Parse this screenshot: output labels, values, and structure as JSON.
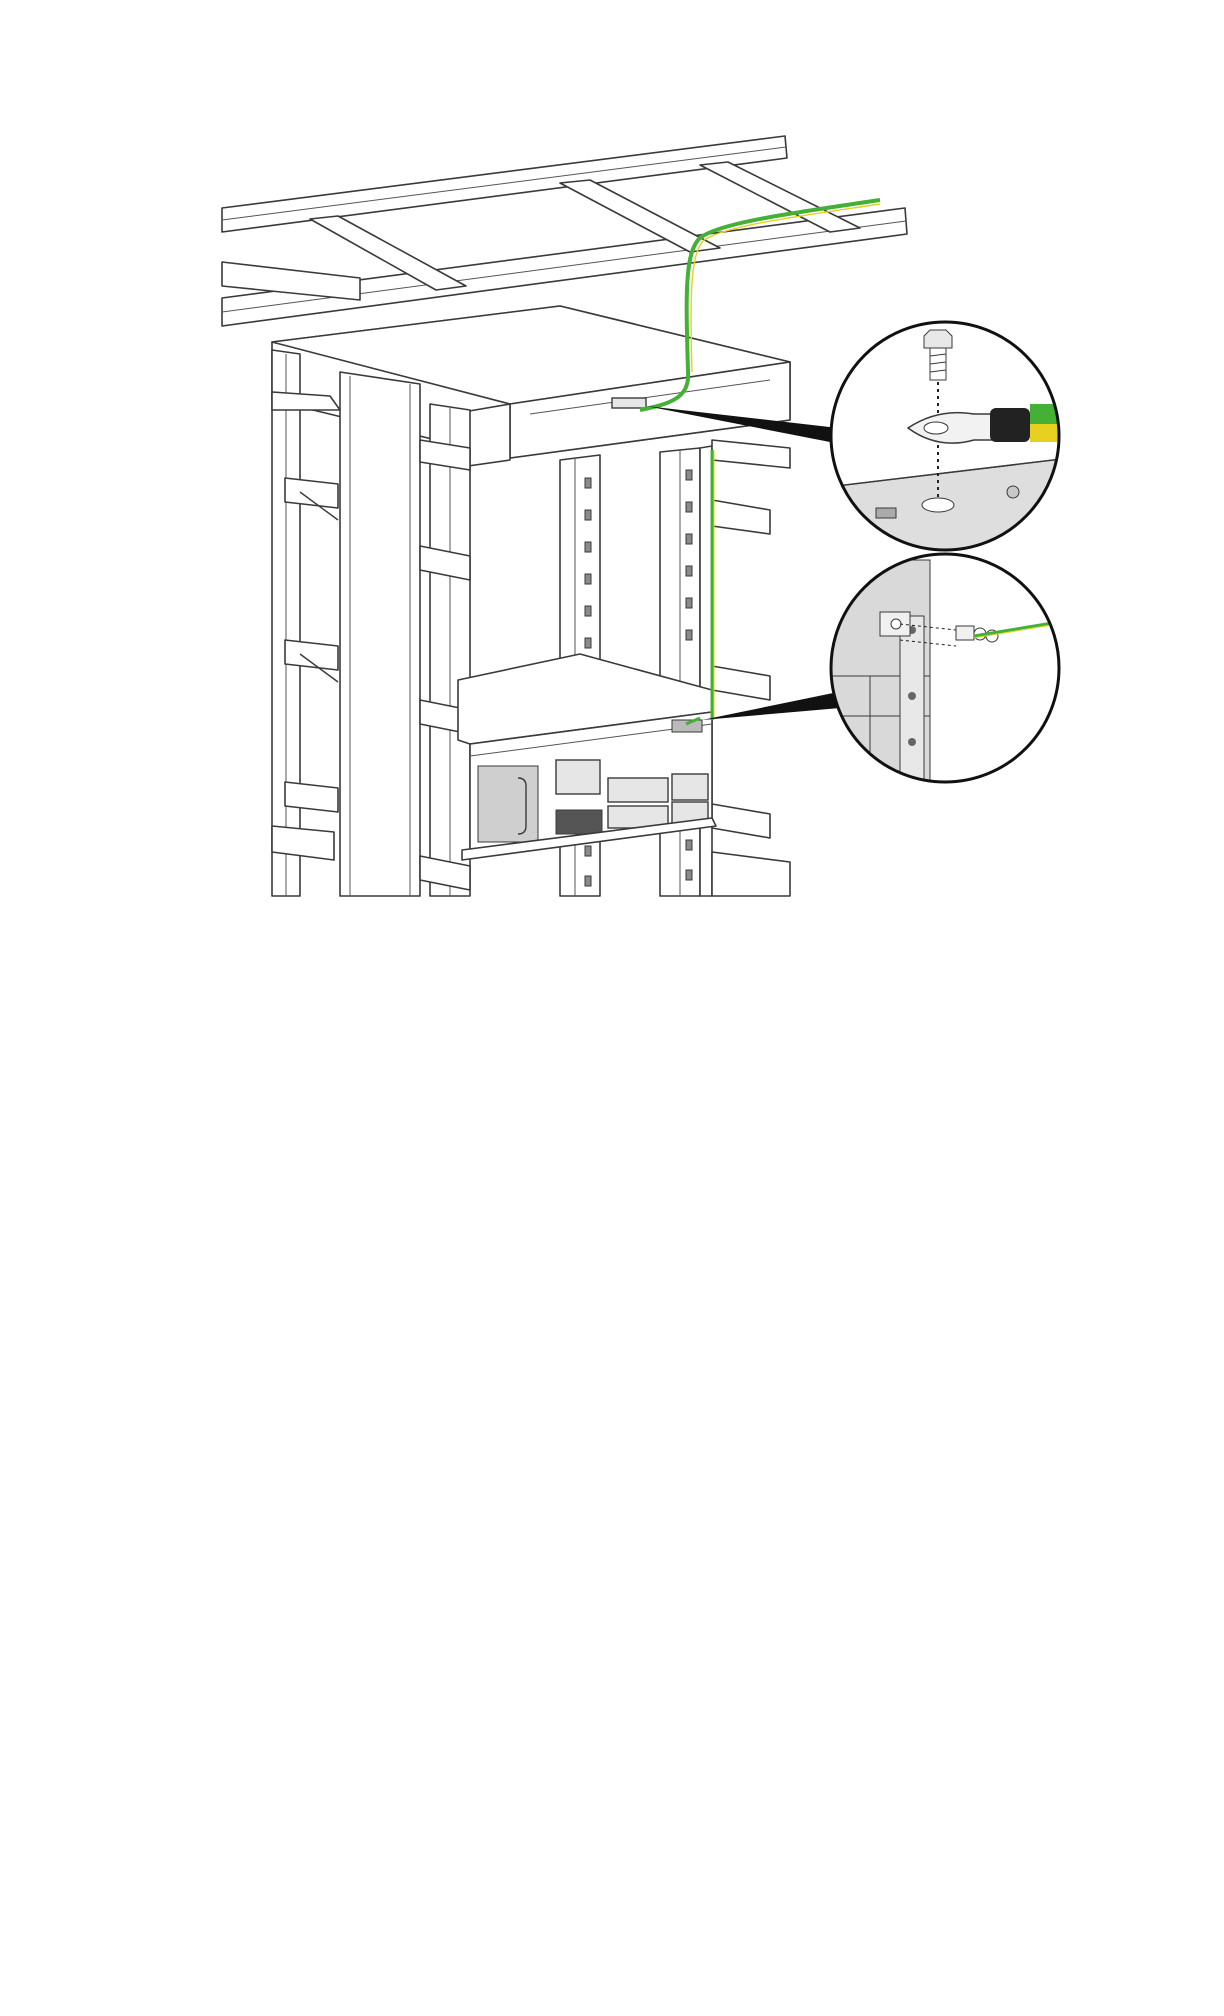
{
  "figure": {
    "description_kind": "rack grounding installation illustration",
    "colors": {
      "ground_cable_green": "#44b035",
      "ground_cable_yellow": "#e8d020",
      "callout_pointer": "#111111",
      "line_art": "#3a3a3a",
      "device_panel": "#d9d9d9"
    },
    "callouts": [
      {
        "id": "top-grounding-point",
        "icon": "ring-terminal-bolt-icon"
      },
      {
        "id": "device-grounding-point",
        "icon": "grounding-screws-icon"
      }
    ]
  }
}
